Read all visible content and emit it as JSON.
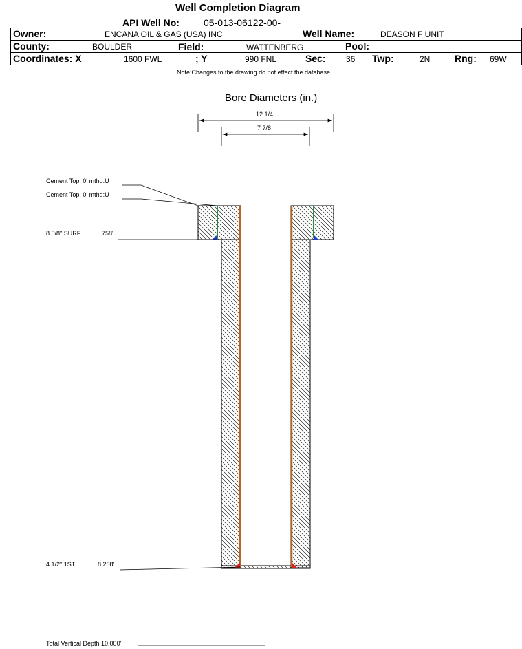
{
  "header": {
    "title": "Well Completion Diagram",
    "api_label": "API Well No:",
    "api_value": "05-013-06122-00-",
    "owner_label": "Owner:",
    "owner_value": "ENCANA OIL & GAS (USA) INC",
    "well_name_label": "Well Name:",
    "well_name_value": "DEASON F UNIT",
    "county_label": "County:",
    "county_value": "BOULDER",
    "field_label": "Field:",
    "field_value": "WATTENBERG",
    "pool_label": "Pool:",
    "pool_value": "",
    "coord_x_label": "Coordinates: X",
    "coord_x_value": "1600 FWL",
    "coord_y_label": "; Y",
    "coord_y_value": "990 FNL",
    "sec_label": "Sec:",
    "sec_value": "36",
    "twp_label": "Twp:",
    "twp_value": "2N",
    "rng_label": "Rng:",
    "rng_value": "69W",
    "note": "Note:Changes to the drawing do not effect the database"
  },
  "diagram": {
    "bore_title": "Bore Diameters (in.)",
    "bore_outer": "12 1/4",
    "bore_inner": "7 7/8",
    "cement_top_1": "Cement Top: 0' mthd:U",
    "cement_top_2": "Cement Top: 0' mthd:U",
    "surface_casing_label": "8 5/8\" SURF",
    "surface_casing_depth": "758'",
    "production_casing_label": "4 1/2\" 1ST",
    "production_casing_depth": "8,208'",
    "total_depth": "Total Vertical Depth 10,000'"
  },
  "colors": {
    "cement_string": "#2e8b3a",
    "casing_string": "#b5651d",
    "surface_shoe": "#1f3fd1",
    "production_shoe": "#e02020"
  }
}
